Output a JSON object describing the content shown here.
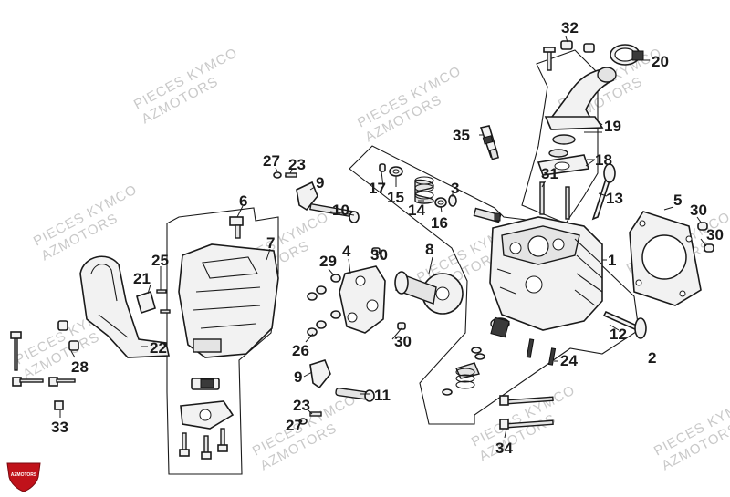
{
  "watermark": {
    "line1": "PIECES KYMCO",
    "line2": "AZMOTORS"
  },
  "logo_text": "AZMOTORS",
  "colors": {
    "ink": "#1a1a1a",
    "watermark": "#c9c9c9",
    "logo": "#c0121a"
  },
  "labels": {
    "l1": "1",
    "l2": "2",
    "l4": "4",
    "l5": "5",
    "l6": "6",
    "l7": "7",
    "l8": "8",
    "l9a": "9",
    "l9b": "9",
    "l10": "10",
    "l11": "11",
    "l12": "12",
    "l13": "13",
    "l14": "14",
    "l15": "15",
    "l16": "16",
    "l17": "17",
    "l18": "18",
    "l19": "19",
    "l20": "20",
    "l21": "21",
    "l22": "22",
    "l23a": "23",
    "l23b": "23",
    "l24": "24",
    "l25": "25",
    "l26": "26",
    "l27a": "27",
    "l27b": "27",
    "l28": "28",
    "l29": "29",
    "l30a": "30",
    "l30b": "30",
    "l30c": "30",
    "l30d": "30",
    "l31": "31",
    "l32": "32",
    "l33": "33",
    "l34": "34",
    "l35": "35",
    "l3": "3"
  }
}
